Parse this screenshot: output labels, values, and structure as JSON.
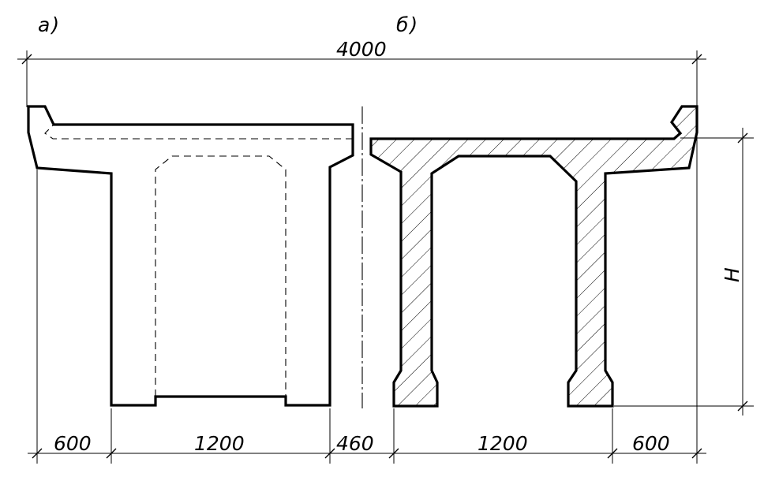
{
  "panels": {
    "a": "а)",
    "b": "б)"
  },
  "dimensions": {
    "overall_width": "4000",
    "left_cantilever": "600",
    "left_inner": "1200",
    "middle": "460",
    "right_inner": "1200",
    "right_cantilever": "600",
    "height": "H"
  },
  "views": {
    "a": "facade outline with hidden (dashed) contours",
    "b": "cross-section with hatching"
  },
  "colors": {
    "line": "#000000",
    "background": "#ffffff"
  }
}
